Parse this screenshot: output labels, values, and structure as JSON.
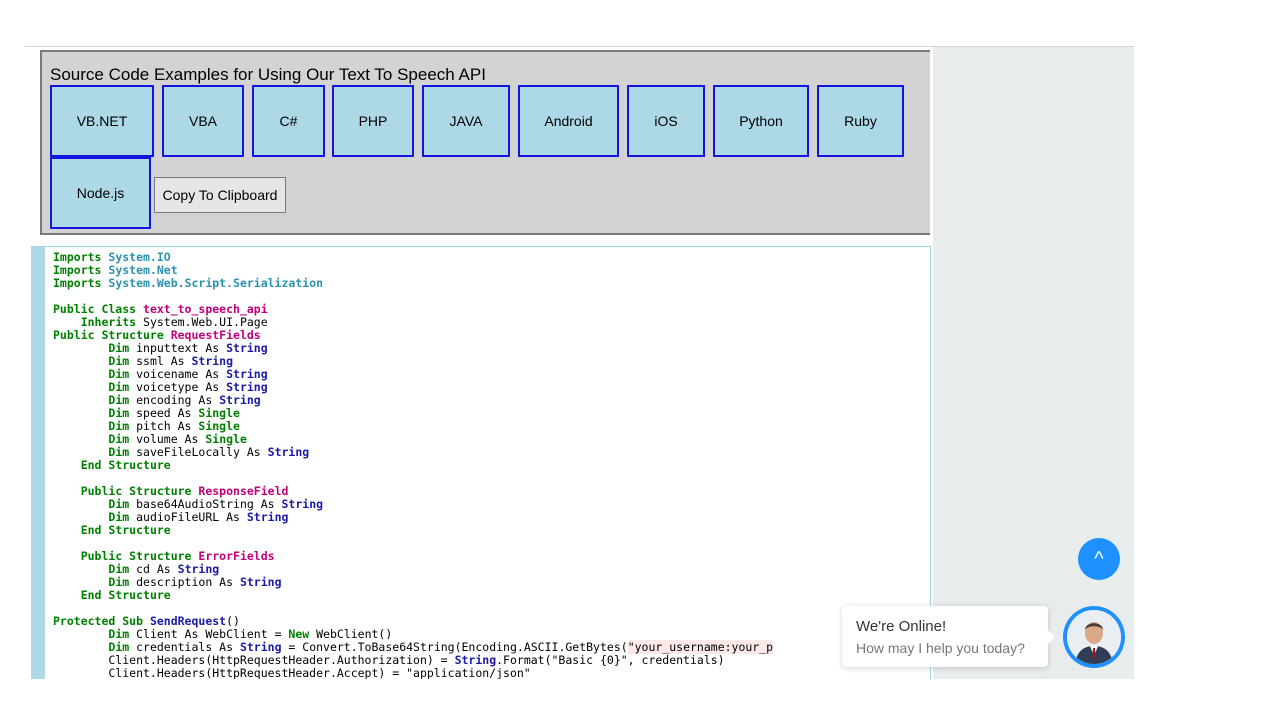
{
  "panel": {
    "title": "Source Code Examples for Using Our Text To Speech API",
    "languages": [
      "VB.NET",
      "VBA",
      "C#",
      "PHP",
      "JAVA",
      "Android",
      "iOS",
      "Python",
      "Ruby",
      "Node.js"
    ],
    "copy_label": "Copy To Clipboard"
  },
  "code": {
    "language": "VB.NET",
    "lines": [
      [
        {
          "t": "Imports ",
          "c": "kw"
        },
        {
          "t": "System.IO",
          "c": "ns"
        }
      ],
      [
        {
          "t": "Imports ",
          "c": "kw"
        },
        {
          "t": "System.Net",
          "c": "ns"
        }
      ],
      [
        {
          "t": "Imports ",
          "c": "kw"
        },
        {
          "t": "System.Web.Script.Serialization",
          "c": "ns"
        }
      ],
      [],
      [
        {
          "t": "Public Class ",
          "c": "kw"
        },
        {
          "t": "text_to_speech_api",
          "c": "cls"
        }
      ],
      [
        {
          "t": "    "
        },
        {
          "t": "Inherits ",
          "c": "kw"
        },
        {
          "t": "System.Web.UI.Page"
        }
      ],
      [
        {
          "t": "Public Structure ",
          "c": "kw"
        },
        {
          "t": "RequestFields",
          "c": "cls"
        }
      ],
      [
        {
          "t": "        "
        },
        {
          "t": "Dim ",
          "c": "kw"
        },
        {
          "t": "inputtext As "
        },
        {
          "t": "String",
          "c": "typ"
        }
      ],
      [
        {
          "t": "        "
        },
        {
          "t": "Dim ",
          "c": "kw"
        },
        {
          "t": "ssml As "
        },
        {
          "t": "String",
          "c": "typ"
        }
      ],
      [
        {
          "t": "        "
        },
        {
          "t": "Dim ",
          "c": "kw"
        },
        {
          "t": "voicename As "
        },
        {
          "t": "String",
          "c": "typ"
        }
      ],
      [
        {
          "t": "        "
        },
        {
          "t": "Dim ",
          "c": "kw"
        },
        {
          "t": "voicetype As "
        },
        {
          "t": "String",
          "c": "typ"
        }
      ],
      [
        {
          "t": "        "
        },
        {
          "t": "Dim ",
          "c": "kw"
        },
        {
          "t": "encoding As "
        },
        {
          "t": "String",
          "c": "typ"
        }
      ],
      [
        {
          "t": "        "
        },
        {
          "t": "Dim ",
          "c": "kw"
        },
        {
          "t": "speed As "
        },
        {
          "t": "Single",
          "c": "kw"
        }
      ],
      [
        {
          "t": "        "
        },
        {
          "t": "Dim ",
          "c": "kw"
        },
        {
          "t": "pitch As "
        },
        {
          "t": "Single",
          "c": "kw"
        }
      ],
      [
        {
          "t": "        "
        },
        {
          "t": "Dim ",
          "c": "kw"
        },
        {
          "t": "volume As "
        },
        {
          "t": "Single",
          "c": "kw"
        }
      ],
      [
        {
          "t": "        "
        },
        {
          "t": "Dim ",
          "c": "kw"
        },
        {
          "t": "saveFileLocally As "
        },
        {
          "t": "String",
          "c": "typ"
        }
      ],
      [
        {
          "t": "    "
        },
        {
          "t": "End Structure",
          "c": "kw"
        }
      ],
      [],
      [
        {
          "t": "    "
        },
        {
          "t": "Public Structure ",
          "c": "kw"
        },
        {
          "t": "ResponseField",
          "c": "cls"
        }
      ],
      [
        {
          "t": "        "
        },
        {
          "t": "Dim ",
          "c": "kw"
        },
        {
          "t": "base64AudioString As "
        },
        {
          "t": "String",
          "c": "typ"
        }
      ],
      [
        {
          "t": "        "
        },
        {
          "t": "Dim ",
          "c": "kw"
        },
        {
          "t": "audioFileURL As "
        },
        {
          "t": "String",
          "c": "typ"
        }
      ],
      [
        {
          "t": "    "
        },
        {
          "t": "End Structure",
          "c": "kw"
        }
      ],
      [],
      [
        {
          "t": "    "
        },
        {
          "t": "Public Structure ",
          "c": "kw"
        },
        {
          "t": "ErrorFields",
          "c": "cls"
        }
      ],
      [
        {
          "t": "        "
        },
        {
          "t": "Dim ",
          "c": "kw"
        },
        {
          "t": "cd As "
        },
        {
          "t": "String",
          "c": "typ"
        }
      ],
      [
        {
          "t": "        "
        },
        {
          "t": "Dim ",
          "c": "kw"
        },
        {
          "t": "description As "
        },
        {
          "t": "String",
          "c": "typ"
        }
      ],
      [
        {
          "t": "    "
        },
        {
          "t": "End Structure",
          "c": "kw"
        }
      ],
      [],
      [
        {
          "t": "Protected Sub ",
          "c": "kw"
        },
        {
          "t": "SendRequest",
          "c": "typ"
        },
        {
          "t": "()"
        }
      ],
      [
        {
          "t": "        "
        },
        {
          "t": "Dim ",
          "c": "kw"
        },
        {
          "t": "Client As WebClient = "
        },
        {
          "t": "New ",
          "c": "kw"
        },
        {
          "t": "WebClient()"
        }
      ],
      [
        {
          "t": "        "
        },
        {
          "t": "Dim ",
          "c": "kw"
        },
        {
          "t": "credentials As "
        },
        {
          "t": "String",
          "c": "typ"
        },
        {
          "t": " = Convert.ToBase64String(Encoding.ASCII.GetBytes("
        },
        {
          "t": "\"your_username:your_p",
          "c": "str"
        }
      ],
      [
        {
          "t": "        Client.Headers(HttpRequestHeader.Authorization) = "
        },
        {
          "t": "String",
          "c": "typ"
        },
        {
          "t": ".Format(\"Basic {0}\", credentials)"
        }
      ],
      [
        {
          "t": "        Client.Headers(HttpRequestHeader.Accept) = \"application/json\""
        }
      ]
    ]
  },
  "scroll_top": {
    "label": "^"
  },
  "chat": {
    "title": "We're Online!",
    "subtitle": "How may I help you today?"
  },
  "colors": {
    "lang_button_bg": "#add8e6",
    "lang_button_border": "#1414e0",
    "keyword": "#008000",
    "namespace": "#2b91af",
    "class_name": "#c0007a",
    "type": "#1a1aa6",
    "accent": "#1e90ff"
  }
}
